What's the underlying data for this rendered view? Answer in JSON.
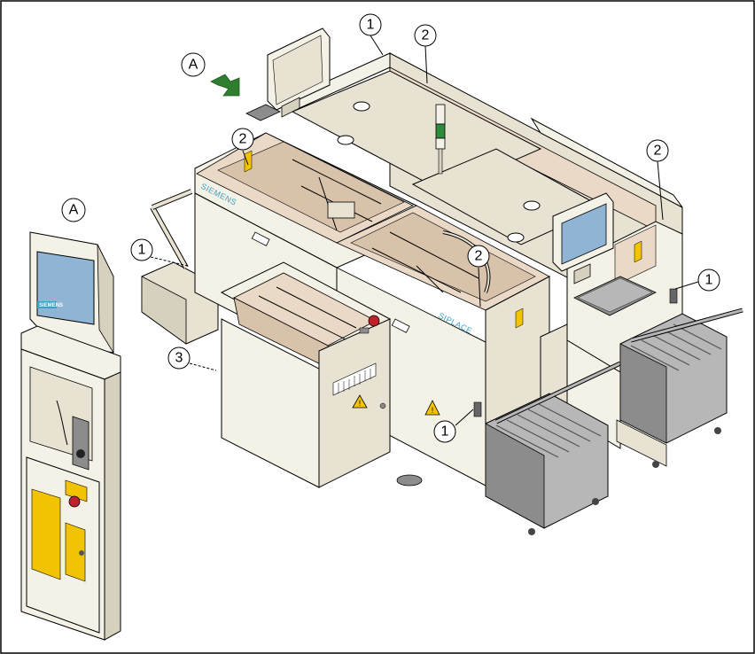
{
  "figure": {
    "border_color": "#000000",
    "colors": {
      "panel_light": "#f4f1e6",
      "panel_mid": "#e7e2d2",
      "panel_shade": "#d6d0bf",
      "interior": "#e9d9c6",
      "interior_dark": "#d8c2aa",
      "feeder_gray": "#b7b7b7",
      "feeder_dark": "#8c8c8c",
      "screen": "#8fb4d4",
      "warning_yellow": "#f2c300",
      "arrow_green": "#2f7d2f",
      "brand_blue": "#3aa0c8"
    }
  },
  "labels": {
    "callout_1": "1",
    "callout_2": "2",
    "callout_3": "3",
    "callout_A": "A"
  },
  "branding": {
    "siemens_side": "SIEMENS",
    "siplace_side": "SIPLACE",
    "terminal_logo": "SIEMENS"
  },
  "icons": {
    "direction_arrow": "arrow-right-down-icon",
    "warning": "warning-triangle-icon",
    "signal_tower": "signal-tower-icon",
    "monitor": "monitor-icon",
    "emergency_stop": "emergency-stop-icon"
  }
}
